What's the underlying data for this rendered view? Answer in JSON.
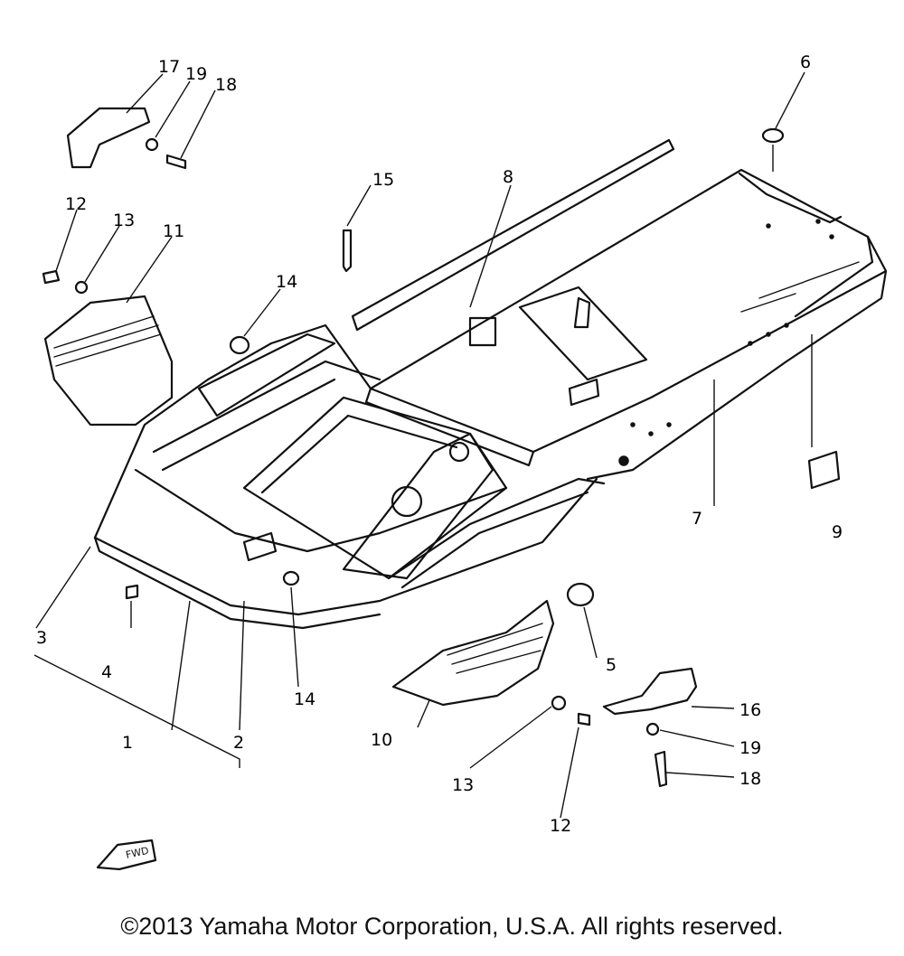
{
  "diagram": {
    "callouts": [
      "1",
      "2",
      "3",
      "4",
      "5",
      "6",
      "7",
      "8",
      "9",
      "10",
      "11",
      "12",
      "13",
      "14",
      "15",
      "16",
      "17",
      "18",
      "19"
    ],
    "fwd_label": "FWD"
  },
  "footer": {
    "copyright": "©2013 Yamaha Motor Corporation, U.S.A. All rights reserved."
  },
  "colors": {
    "ink": "#111111",
    "background": "#ffffff"
  }
}
